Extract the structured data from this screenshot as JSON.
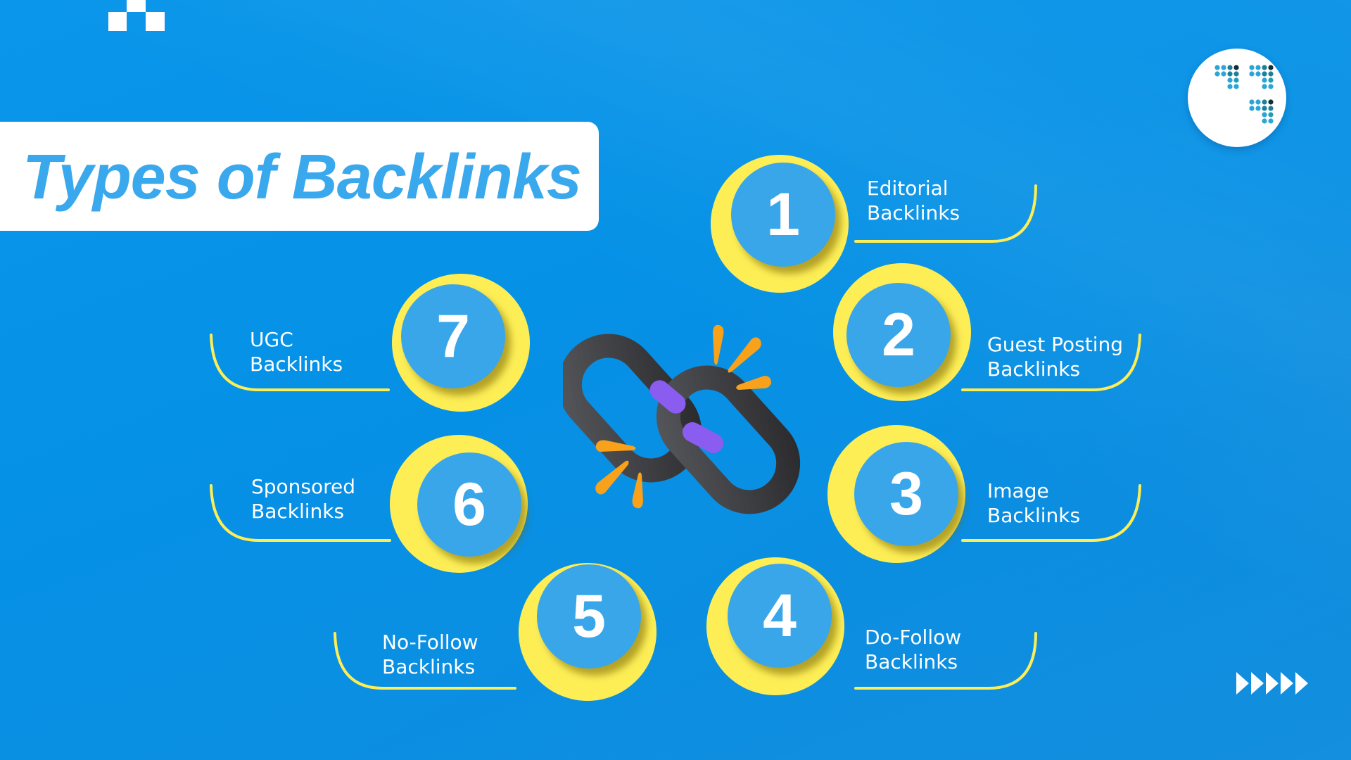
{
  "title": "Types of Backlinks",
  "colors": {
    "background": "#0893e7",
    "title_text": "#3aa8ec",
    "ring": "#fdee56",
    "disc": "#3aa6ea",
    "chain": "#3a3a3c",
    "chain_link": "#8b5cf0",
    "sparks": "#f7a21a"
  },
  "items": [
    {
      "number": "1",
      "label_line1": "Editorial",
      "label_line2": "Backlinks"
    },
    {
      "number": "2",
      "label_line1": "Guest Posting",
      "label_line2": "Backlinks"
    },
    {
      "number": "3",
      "label_line1": "Image",
      "label_line2": "Backlinks"
    },
    {
      "number": "4",
      "label_line1": "Do-Follow",
      "label_line2": "Backlinks"
    },
    {
      "number": "5",
      "label_line1": "No-Follow",
      "label_line2": "Backlinks"
    },
    {
      "number": "6",
      "label_line1": "Sponsored",
      "label_line2": "Backlinks"
    },
    {
      "number": "7",
      "label_line1": "UGC",
      "label_line2": "Backlinks"
    }
  ],
  "icons": {
    "center": "broken-chain-icon",
    "logo": "dotted-77-logo-icon",
    "corner": "pixel-squares-decoration",
    "next": "fast-forward-arrows-icon"
  }
}
